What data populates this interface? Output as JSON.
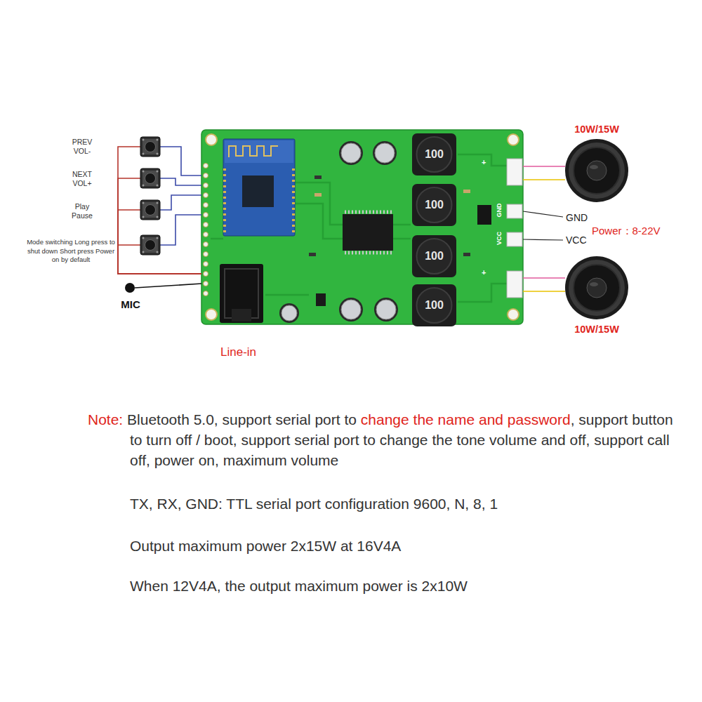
{
  "diagram": {
    "nodes": [
      {
        "text": [
          "PREV VOL-"
        ]
      },
      {
        "text": [
          "NEXT VOL+"
        ]
      },
      {
        "text": [
          "Play Pause"
        ]
      },
      {
        "text": [
          "Mode switching Long press to shut down Short press Power on by default"
        ]
      },
      {
        "text": [
          "MIC"
        ]
      },
      {
        "text": [
          "GND",
          "VCC"
        ]
      },
      {
        "text": [
          "100"
        ],
        "in": 5
      },
      {
        "text": [
          "100"
        ],
        "in": 5
      },
      {
        "text": [
          "100"
        ],
        "in": 5
      },
      {
        "text": [
          "100"
        ],
        "in": 5
      },
      {
        "text": [
          "10W/15W"
        ]
      },
      {
        "text": [
          "10W/15W"
        ]
      }
    ],
    "edges": [
      {
        "from": 0,
        "to": 5,
        "arrow": "none"
      },
      {
        "from": 0,
        "to": 5,
        "arrow": "none"
      },
      {
        "from": 1,
        "to": 5,
        "arrow": "none"
      },
      {
        "from": 1,
        "to": 5,
        "arrow": "none"
      },
      {
        "from": 2,
        "to": 5,
        "arrow": "none"
      },
      {
        "from": 2,
        "to": 5,
        "arrow": "none"
      },
      {
        "from": 3,
        "to": 5,
        "arrow": "none"
      },
      {
        "from": 3,
        "to": 5,
        "arrow": "none"
      },
      {
        "from": 4,
        "to": 5,
        "arrow": "none"
      },
      {
        "from": 5,
        "to": 10,
        "arrow": "none"
      },
      {
        "from": 5,
        "to": 10,
        "arrow": "none"
      },
      {
        "from": 5,
        "to": 11,
        "arrow": "none"
      },
      {
        "from": 5,
        "to": 11,
        "arrow": "none"
      }
    ],
    "labels": [
      "Line-in",
      "GND",
      "Power：8-22V",
      "VCC",
      "+",
      "+",
      "Note:",
      "Bluetooth 5.0, support serial port to",
      "change the name and password",
      ", support button to turn off / boot, support serial port to change the tone volume and off, support call off, power on, maximum volume",
      "TX, RX, GND: TTL serial port configuration 9600, N, 8, 1",
      "Output maximum power 2x15W at 16V4A",
      "When 12V4A, the output maximum power is 2x10W"
    ]
  }
}
